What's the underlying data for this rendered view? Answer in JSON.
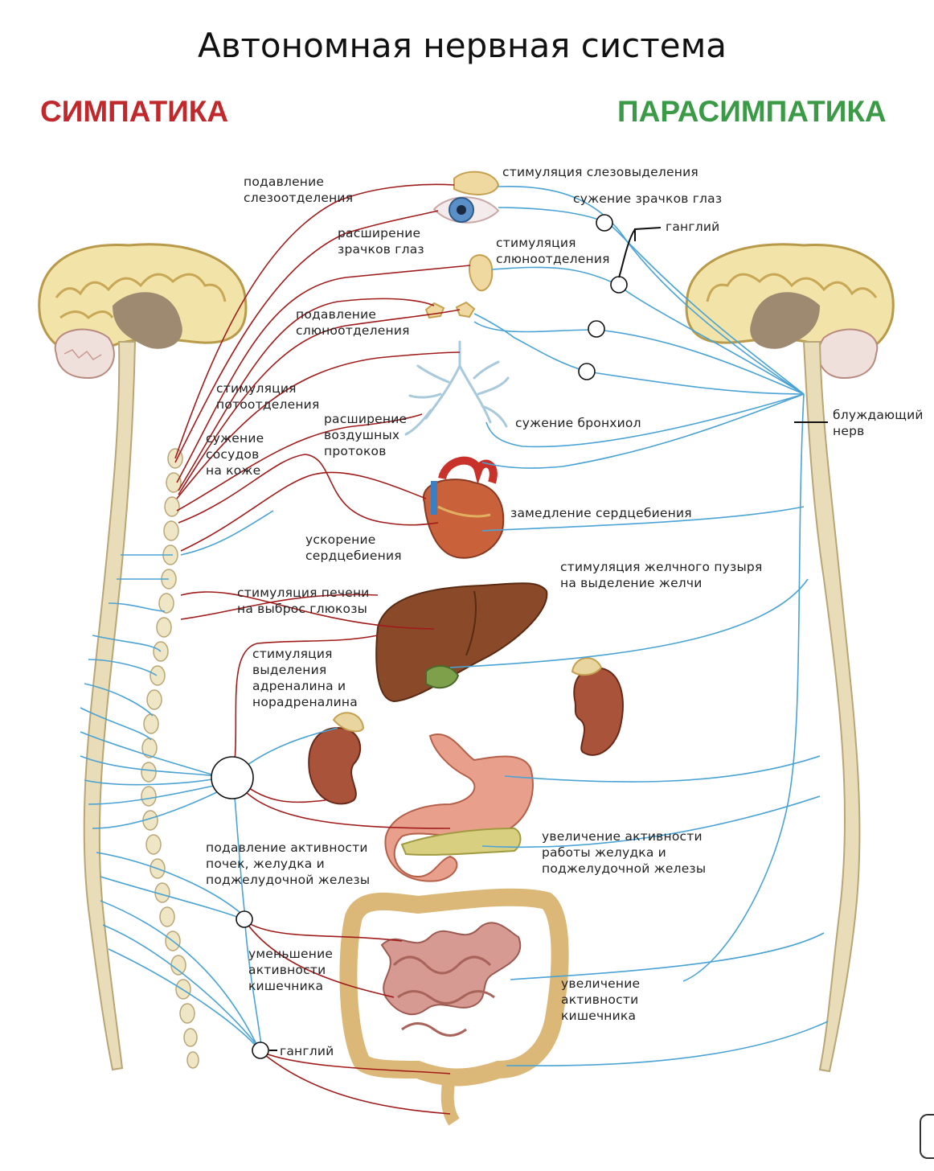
{
  "title": "Автономная нервная система",
  "sympathetic": {
    "label": "СИМПАТИКА",
    "color": "#c0282c"
  },
  "parasympathetic": {
    "label": "ПАРАСИМПАТИКА",
    "color": "#3a9a45"
  },
  "colors": {
    "sympathetic_nerve": "#a01c1c",
    "parasympathetic_nerve": "#4aa3d4",
    "spine": "#e8ddb8",
    "brain": "#f2e4a8"
  },
  "labels": {
    "tear_suppress": "подавление\nслезоотделения",
    "tear_stim": "стимуляция слезовыделения",
    "pupil_constrict": "сужение зрачков глаз",
    "ganglion_top": "ганглий",
    "pupil_dilate": "расширение\nзрачков глаз",
    "saliva_stim": "стимуляция\nслюноотделения",
    "saliva_suppress": "подавление\nслюноотделения",
    "sweat_stim": "стимуляция\nпотоотделения",
    "vessels": "сужение\nсосудов\nна коже",
    "airways": "расширение\nвоздушных\nпротоков",
    "bronchioles": "сужение бронхиол",
    "vagus": "блуждающий\nнерв",
    "heart_slow": "замедление сердцебиения",
    "heart_fast": "ускорение\nсердцебиения",
    "gallbladder": "стимуляция желчного пузыря\nна выделение желчи",
    "liver": "стимуляция печени\nна выброс глюкозы",
    "adrenaline": "стимуляция\nвыделения\nадреналина и\nнорадреналина",
    "organs_suppress": "подавление активности\nпочек, желудка и\nподжелудочной железы",
    "stomach_increase": "увеличение активности\nработы желудка и\nподжелудочной железы",
    "intestine_decrease": "уменьшение\nактивности\nкишечника",
    "intestine_increase": "увеличение\nактивности\nкишечника",
    "ganglion_bottom": "ганглий"
  },
  "icons": [
    "brain-icon",
    "eye-icon",
    "heart-icon",
    "liver-icon",
    "kidney-icon",
    "stomach-icon",
    "intestine-icon",
    "lungs-icon",
    "ganglion-icon"
  ]
}
